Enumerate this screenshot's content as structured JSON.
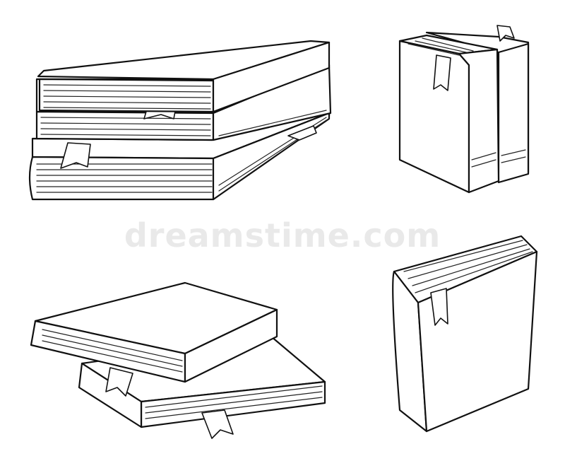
{
  "watermark": {
    "text": "dreamstime.com"
  },
  "colors": {
    "ink": "#111111",
    "paper": "#ffffff",
    "watermark": "#e9e9e9"
  },
  "illustrations": [
    {
      "name": "stack-of-three-books",
      "books": 3,
      "bookmarks": 3
    },
    {
      "name": "two-standing-books",
      "books": 2,
      "bookmarks": 2
    },
    {
      "name": "two-leaning-books",
      "books": 2,
      "bookmarks": 2
    },
    {
      "name": "single-standing-book",
      "books": 1,
      "bookmarks": 1
    }
  ]
}
